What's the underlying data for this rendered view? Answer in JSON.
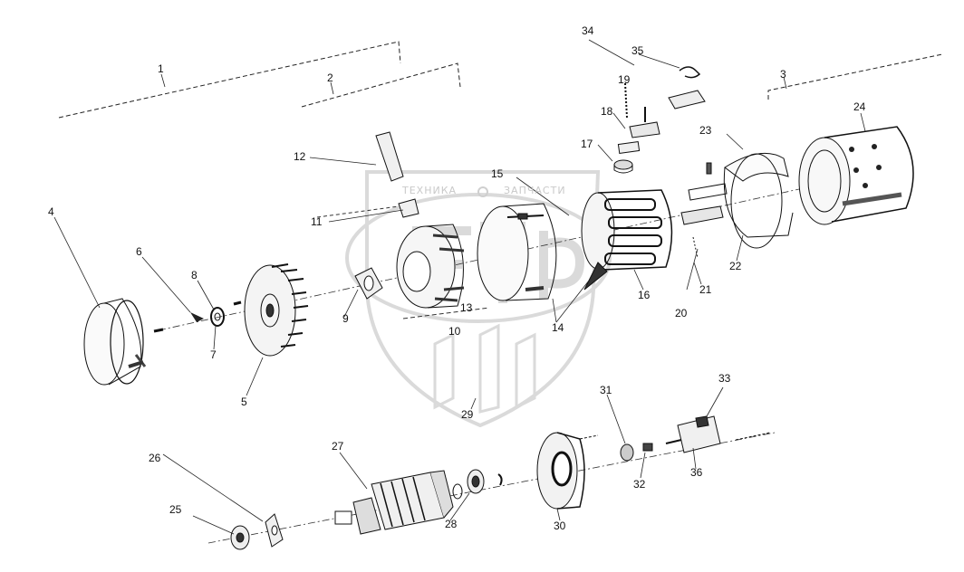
{
  "watermark": {
    "left_text": "ТЕХНИКА",
    "right_text": "ЗАПЧАСТИ",
    "logo_letters": "ЭТФ"
  },
  "labels": {
    "n1": "1",
    "n2": "2",
    "n3": "3",
    "n4": "4",
    "n5": "5",
    "n6": "6",
    "n7": "7",
    "n8": "8",
    "n9": "9",
    "n10": "10",
    "n11": "11",
    "n12": "12",
    "n13": "13",
    "n14": "14",
    "n15": "15",
    "n16": "16",
    "n17": "17",
    "n18": "18",
    "n19": "19",
    "n20": "20",
    "n21": "21",
    "n22": "22",
    "n23": "23",
    "n24": "24",
    "n25": "25",
    "n26": "26",
    "n27": "27",
    "n28": "28",
    "n29": "29",
    "n30": "30",
    "n31": "31",
    "n32": "32",
    "n33": "33",
    "n34": "34",
    "n35": "35",
    "n36": "36"
  }
}
